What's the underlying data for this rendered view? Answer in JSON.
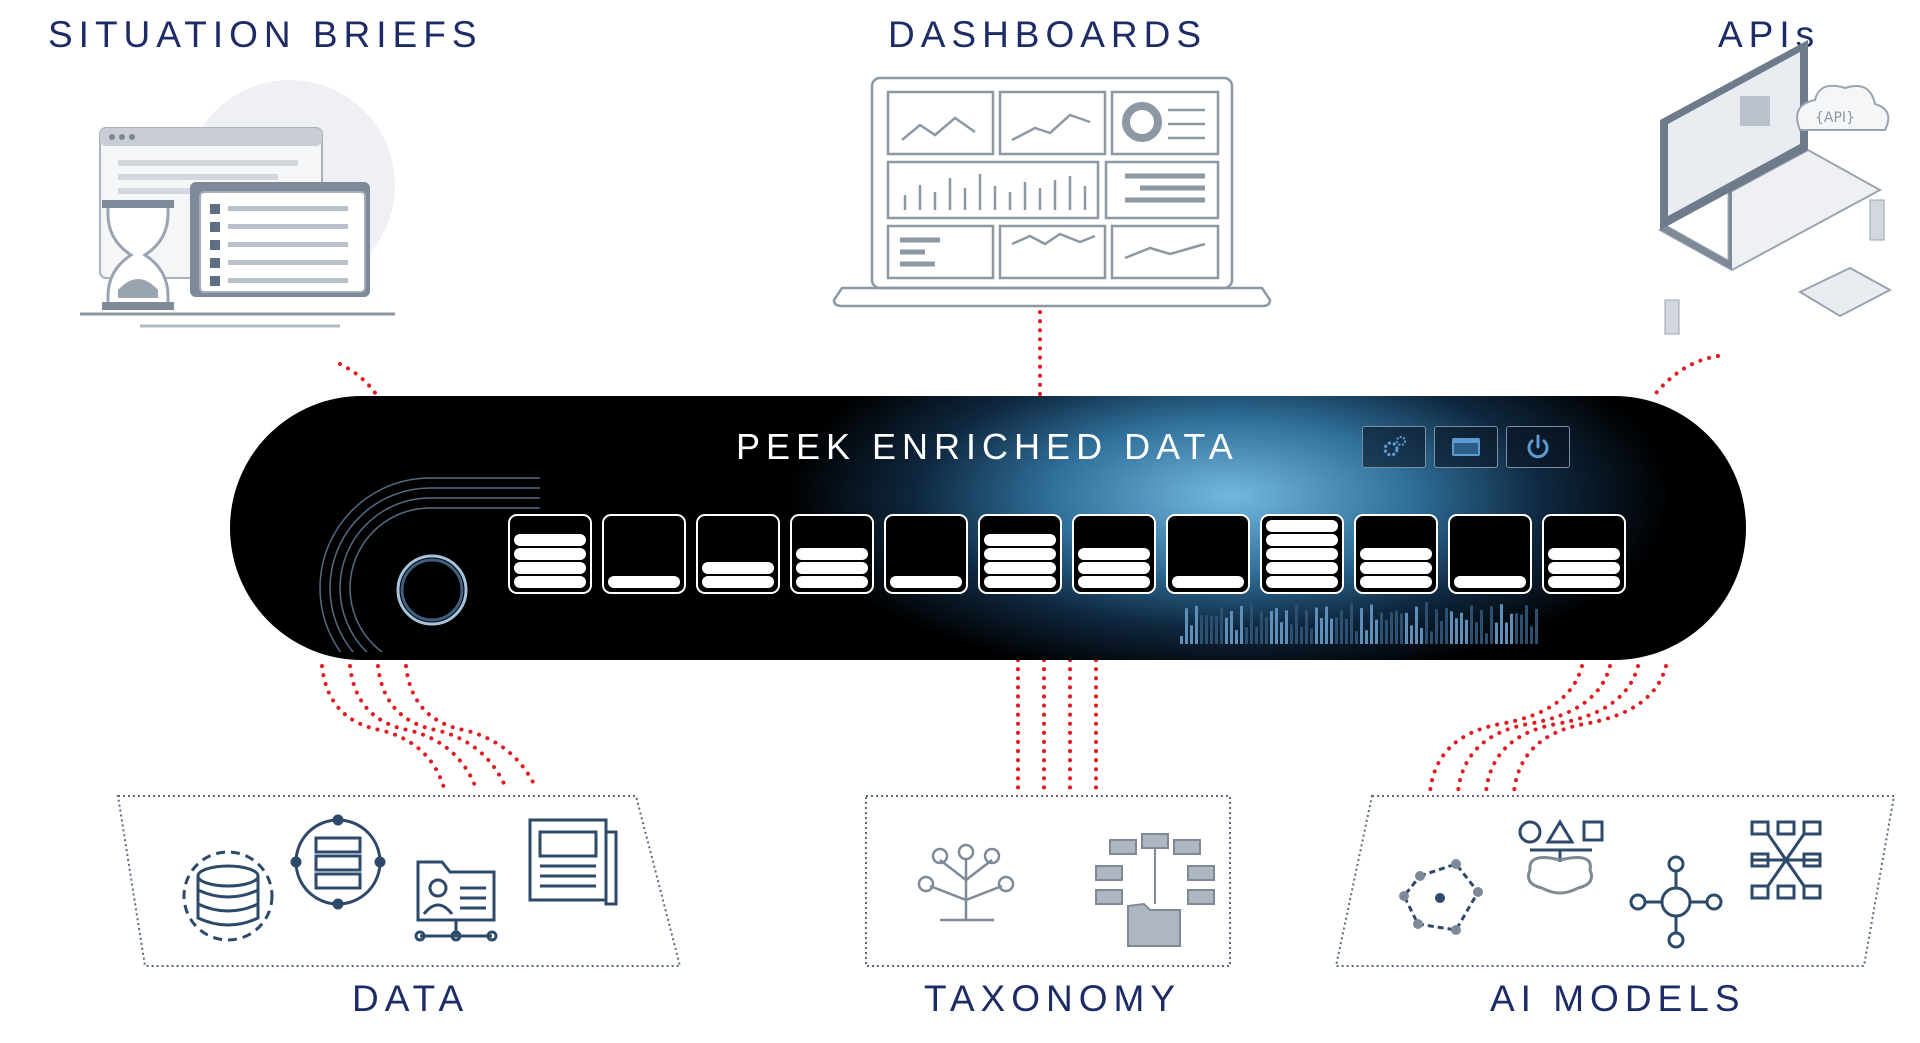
{
  "labels": {
    "situation_briefs": "SITUATION BRIEFS",
    "dashboards": "DASHBOARDS",
    "apis": "APIs",
    "data": "DATA",
    "taxonomy": "TAXONOMY",
    "ai_models": "AI MODELS"
  },
  "device": {
    "title": "PEEK ENRICHED DATA",
    "buttons": [
      {
        "icon": "gear-icon"
      },
      {
        "icon": "window-icon"
      },
      {
        "icon": "power-icon"
      }
    ],
    "slot_levels": [
      4,
      1,
      2,
      3,
      1,
      4,
      3,
      1,
      5,
      3,
      1,
      3
    ]
  },
  "colors": {
    "label": "#1d2c66",
    "wire": "#e11b22",
    "icon": "#2e4a6b",
    "illustration_gray": "#8d98a5"
  },
  "icons": {
    "data": [
      "database-icon",
      "server-network-icon",
      "folder-user-icon",
      "newspaper-icon"
    ],
    "taxonomy": [
      "tree-icon",
      "hierarchy-folder-icon"
    ],
    "ai_models": [
      "cube-network-icon",
      "brain-shapes-icon",
      "hub-network-icon",
      "grid-network-icon"
    ]
  }
}
